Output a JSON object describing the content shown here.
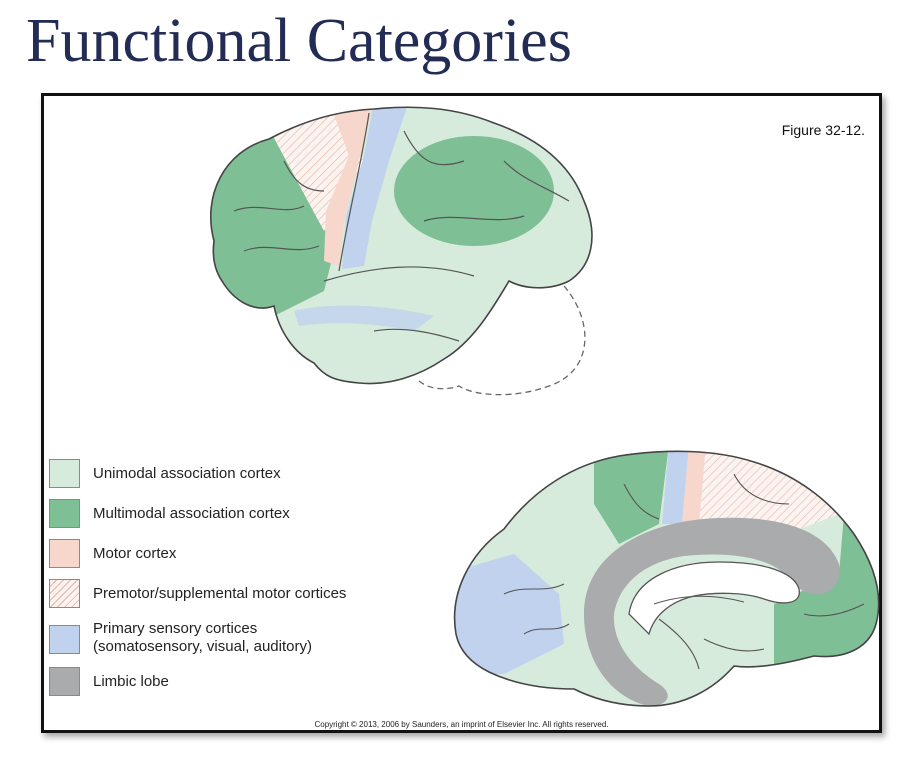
{
  "title": "Functional Categories",
  "figure": {
    "label": "Figure 32-12.",
    "copyright": "Copyright © 2013, 2006 by Saunders, an imprint of Elsevier Inc. All rights reserved."
  },
  "legend": [
    {
      "label": "Unimodal association cortex",
      "color": "#d6ebdc"
    },
    {
      "label": "Multimodal association cortex",
      "color": "#7fbf95"
    },
    {
      "label": "Motor cortex",
      "color": "#f7d6cc"
    },
    {
      "label": "Premotor/supplemental motor cortices",
      "color": "#fbf3ef",
      "pattern": "hatched"
    },
    {
      "label": "Primary sensory cortices",
      "label2": "(somatosensory, visual, auditory)",
      "color": "#c1d2ee"
    },
    {
      "label": "Limbic lobe",
      "color": "#a9abad"
    }
  ]
}
